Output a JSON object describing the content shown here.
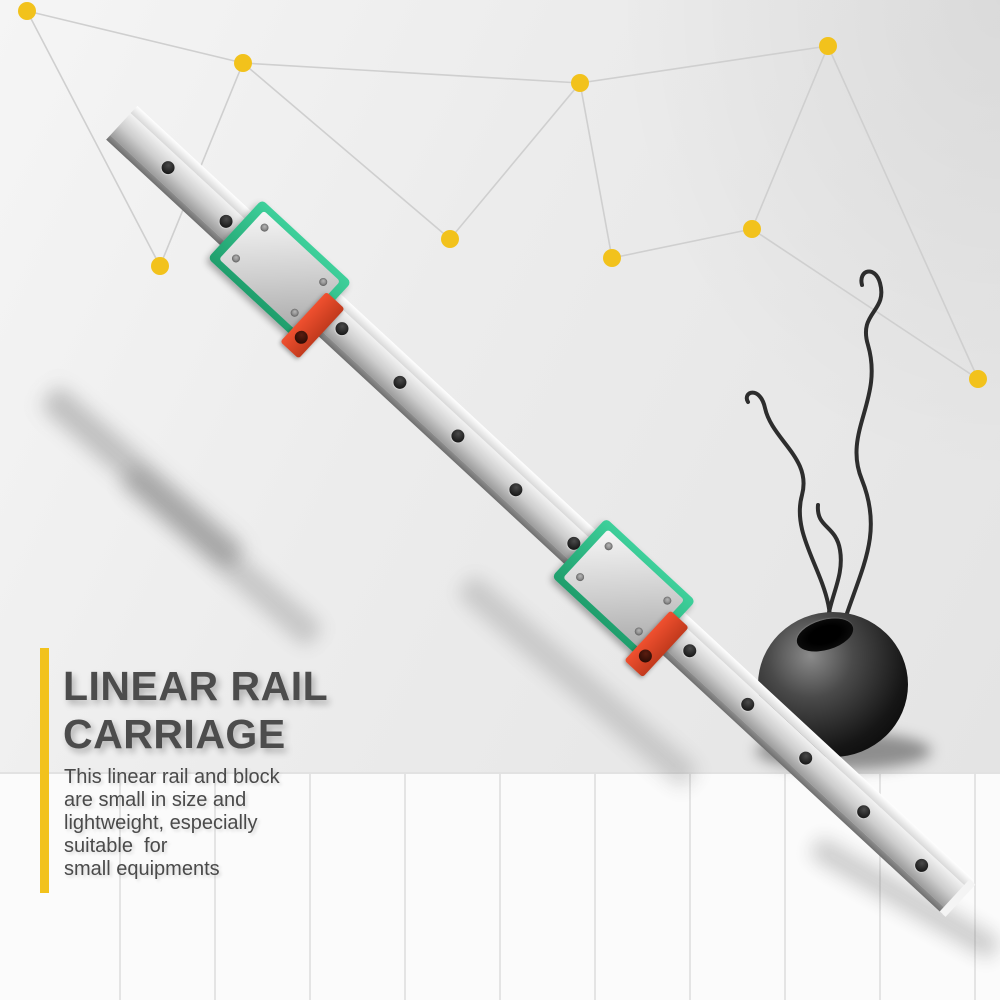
{
  "text": {
    "title_line1": "LINEAR RAIL",
    "title_line2": "CARRIAGE",
    "description_lines": [
      "This linear rail and block",
      "are small in size and",
      "lightweight, especially",
      "suitable  for",
      "small equipments"
    ]
  },
  "colors": {
    "accent_yellow": "#F2C21C",
    "carriage_green": "#2DB57E",
    "carriage_red": "#DD4526",
    "title_gray": "#4C4C4C",
    "wall_gray": "#ECECEC"
  }
}
